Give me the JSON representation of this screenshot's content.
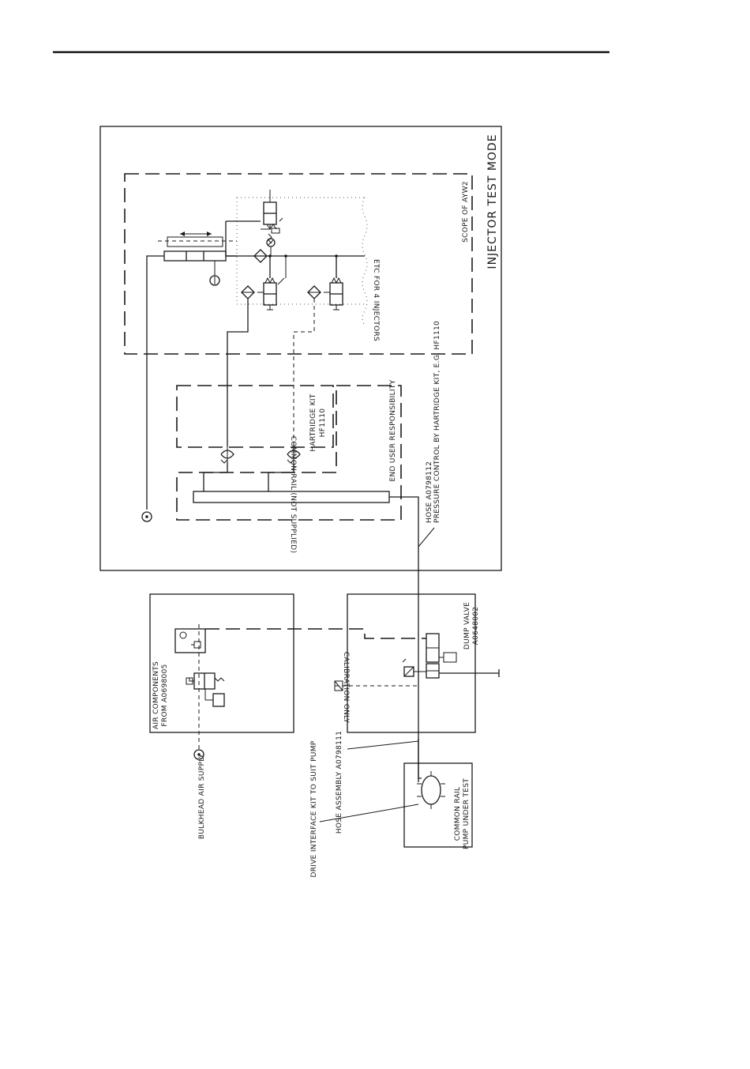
{
  "labels": {
    "mode_title": "INJECTOR TEST MODE",
    "scope": "SCOPE OF AYW2",
    "etc_injectors": "ETC FOR 4 INJECTORS",
    "hartridge_kit_line1": "HARTRIDGE KIT",
    "hartridge_kit_line2": "HF1110",
    "end_user": "END USER RESPONSIBILITY",
    "common_rail": "COMMON RAIL (NOT SUPPLIED)",
    "hose_rail": "HOSE A0798112",
    "pressure_control": "PRESSURE CONTROL BY HARTRIDGE KIT, E.G. HF1110",
    "air_components_line1": "AIR COMPONENTS",
    "air_components_line2": "FROM A0698005",
    "dump_valve_line1": "DUMP VALVE",
    "dump_valve_line2": "A0648002",
    "calibration": "CALIBRATION ONLY",
    "bulkhead_air": "BULKHEAD AIR SUPPLY",
    "hose_assembly": "HOSE ASSEMBLY A0798111",
    "drive_interface": "DRIVE INTERFACE KIT TO SUIT PUMP",
    "pump_line1": "COMMON RAIL",
    "pump_line2": "PUMP UNDER TEST"
  }
}
